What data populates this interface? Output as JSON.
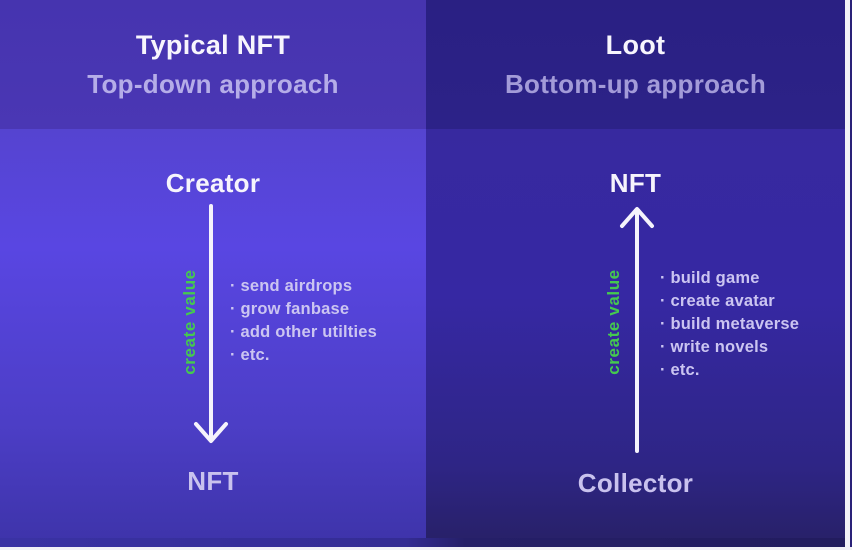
{
  "colors": {
    "left-header": "#4634af",
    "left-body": "#5946e2",
    "right-header": "#2a2083",
    "right-body": "#3628a3",
    "accent-green": "#45c94f",
    "arrow-white": "#f5f3fc"
  },
  "left": {
    "title": "Typical NFT",
    "subtitle": "Top-down approach",
    "top_label": "Creator",
    "bottom_label": "NFT",
    "arrow_label": "create value",
    "arrow_direction": "down",
    "bullets": [
      "· send airdrops",
      "· grow fanbase",
      "· add other utilties",
      "· etc."
    ]
  },
  "right": {
    "title": "Loot",
    "subtitle": "Bottom-up approach",
    "top_label": "NFT",
    "bottom_label": "Collector",
    "arrow_label": "create value",
    "arrow_direction": "up",
    "bullets": [
      "· build game",
      "· create avatar",
      "· build metaverse",
      "· write novels",
      "· etc."
    ]
  }
}
